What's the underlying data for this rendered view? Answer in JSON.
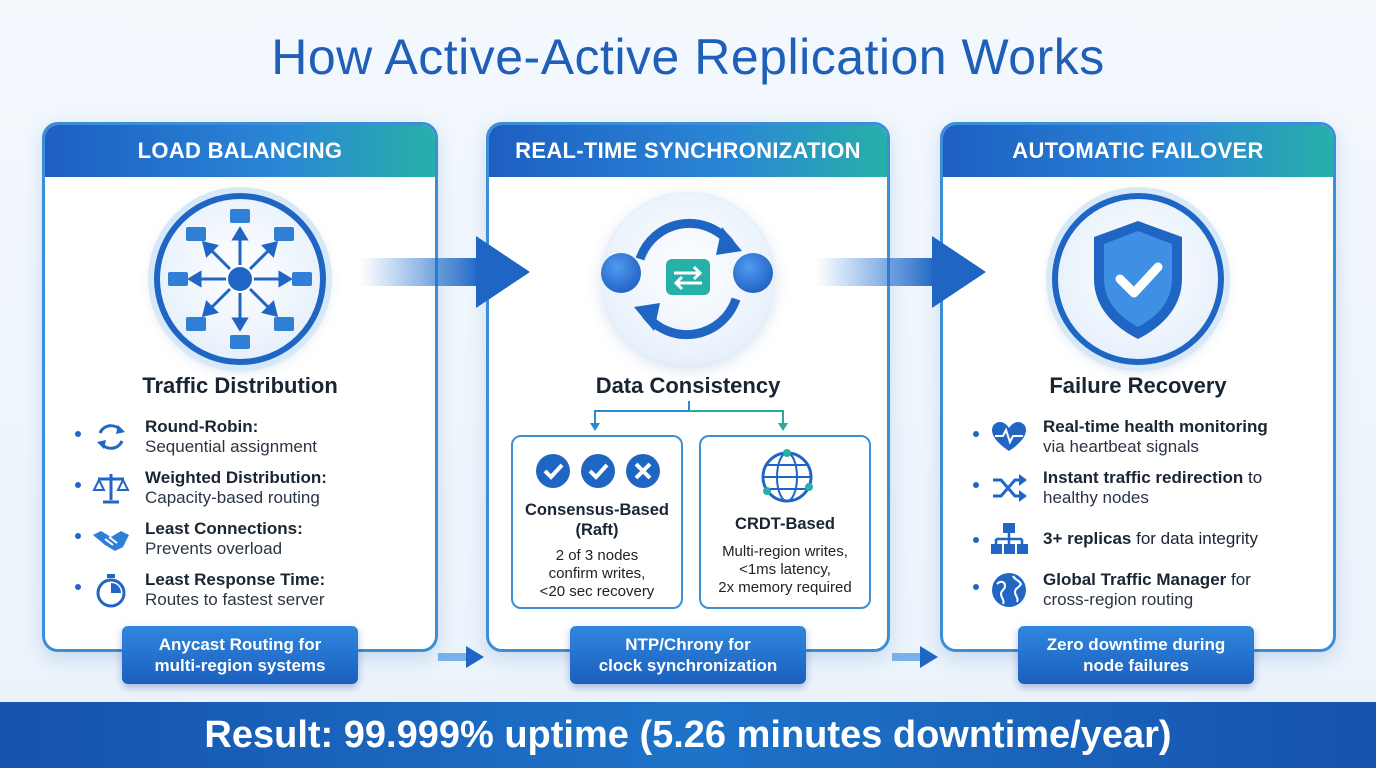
{
  "title": "How Active-Active Replication Works",
  "panels": [
    {
      "header": "LOAD BALANCING",
      "subtitle": "Traffic Distribution",
      "features": [
        {
          "icon": "cycle-arrows-icon",
          "bold": "Round-Robin:",
          "text": "Sequential assignment"
        },
        {
          "icon": "balance-scale-icon",
          "bold": "Weighted Distribution:",
          "text": "Capacity-based routing"
        },
        {
          "icon": "handshake-icon",
          "bold": "Least Connections:",
          "text": "Prevents overload"
        },
        {
          "icon": "stopwatch-icon",
          "bold": "Least Response Time:",
          "text": "Routes to fastest server"
        }
      ],
      "badge_line1": "Anycast Routing for",
      "badge_line2": "multi-region systems"
    },
    {
      "header": "REAL-TIME SYNCHRONIZATION",
      "subtitle": "Data Consistency",
      "cards": [
        {
          "icon": "check-check-cross-icon",
          "title_line1": "Consensus-Based",
          "title_line2": "(Raft)",
          "desc_line1": "2 of 3 nodes",
          "desc_line2": "confirm writes,",
          "desc_line3": "<20 sec recovery"
        },
        {
          "icon": "globe-network-icon",
          "title_line1": "CRDT-Based",
          "desc_line1": "Multi-region writes,",
          "desc_line2": "<1ms latency,",
          "desc_line3": "2x memory required"
        }
      ],
      "badge_line1": "NTP/Chrony for",
      "badge_line2": "clock synchronization"
    },
    {
      "header": "AUTOMATIC FAILOVER",
      "subtitle": "Failure Recovery",
      "features": [
        {
          "icon": "heart-pulse-icon",
          "bold": "Real-time health monitoring",
          "text": "via heartbeat signals"
        },
        {
          "icon": "shuffle-icon",
          "bold": "Instant traffic redirection",
          "bold_rest": " to",
          "text": "healthy nodes"
        },
        {
          "icon": "hierarchy-icon",
          "bold": "3+ replicas",
          "bold_rest": " for data integrity",
          "text": ""
        },
        {
          "icon": "globe-icon",
          "bold": "Global Traffic Manager",
          "bold_rest": " for",
          "text": "cross-region routing"
        }
      ],
      "badge_line1": "Zero downtime during",
      "badge_line2": "node failures"
    }
  ],
  "result": "Result: 99.999% uptime (5.26 minutes downtime/year)",
  "colors": {
    "primary": "#1f66c4",
    "accent": "#27b0a8",
    "title": "#1f5fb8"
  }
}
